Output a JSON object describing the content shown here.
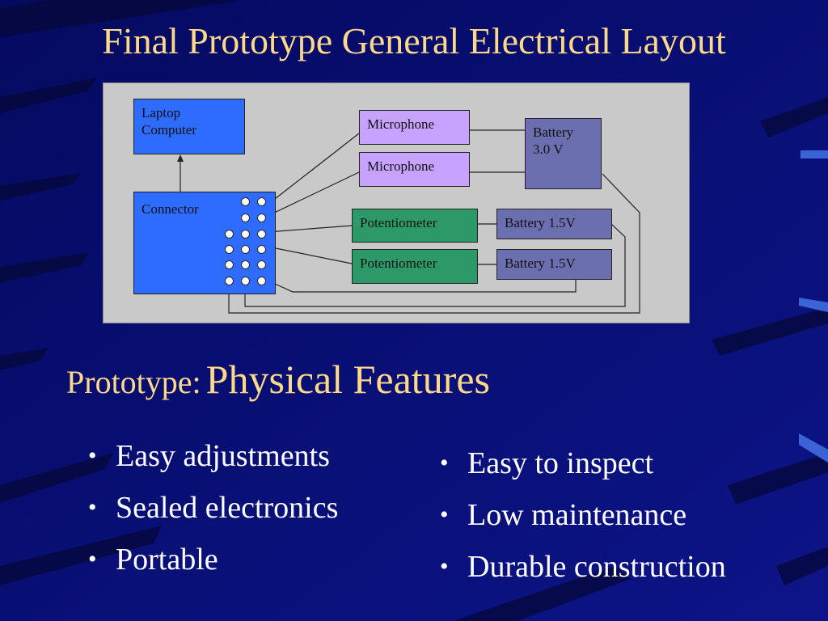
{
  "slide": {
    "title": "Final Prototype General Electrical Layout",
    "subtitle_prefix": "Prototype:",
    "subtitle_main": "Physical Features"
  },
  "diagram": {
    "laptop_line1": "Laptop",
    "laptop_line2": "Computer",
    "connector": "Connector",
    "microphone_1": "Microphone",
    "microphone_2": "Microphone",
    "battery_3v_line1": "Battery",
    "battery_3v_line2": "3.0 V",
    "potentiometer_1": "Potentiometer",
    "potentiometer_2": "Potentiometer",
    "battery_15_a": "Battery 1.5V",
    "battery_15_b": "Battery 1.5V"
  },
  "features": {
    "left": [
      "Easy adjustments",
      "Sealed electronics",
      "Portable"
    ],
    "right": [
      "Easy to inspect",
      "Low maintenance",
      "Durable construction"
    ],
    "bullet": "•"
  },
  "colors": {
    "background": "#0a0f78",
    "title_text": "#ffd98a",
    "body_text": "#ffffff",
    "connector_box": "#2e6bff",
    "microphone_box": "#c7a2ff",
    "potentiometer_box": "#2d9968",
    "battery_box": "#6b6fb0",
    "panel": "#c9c9c9"
  }
}
